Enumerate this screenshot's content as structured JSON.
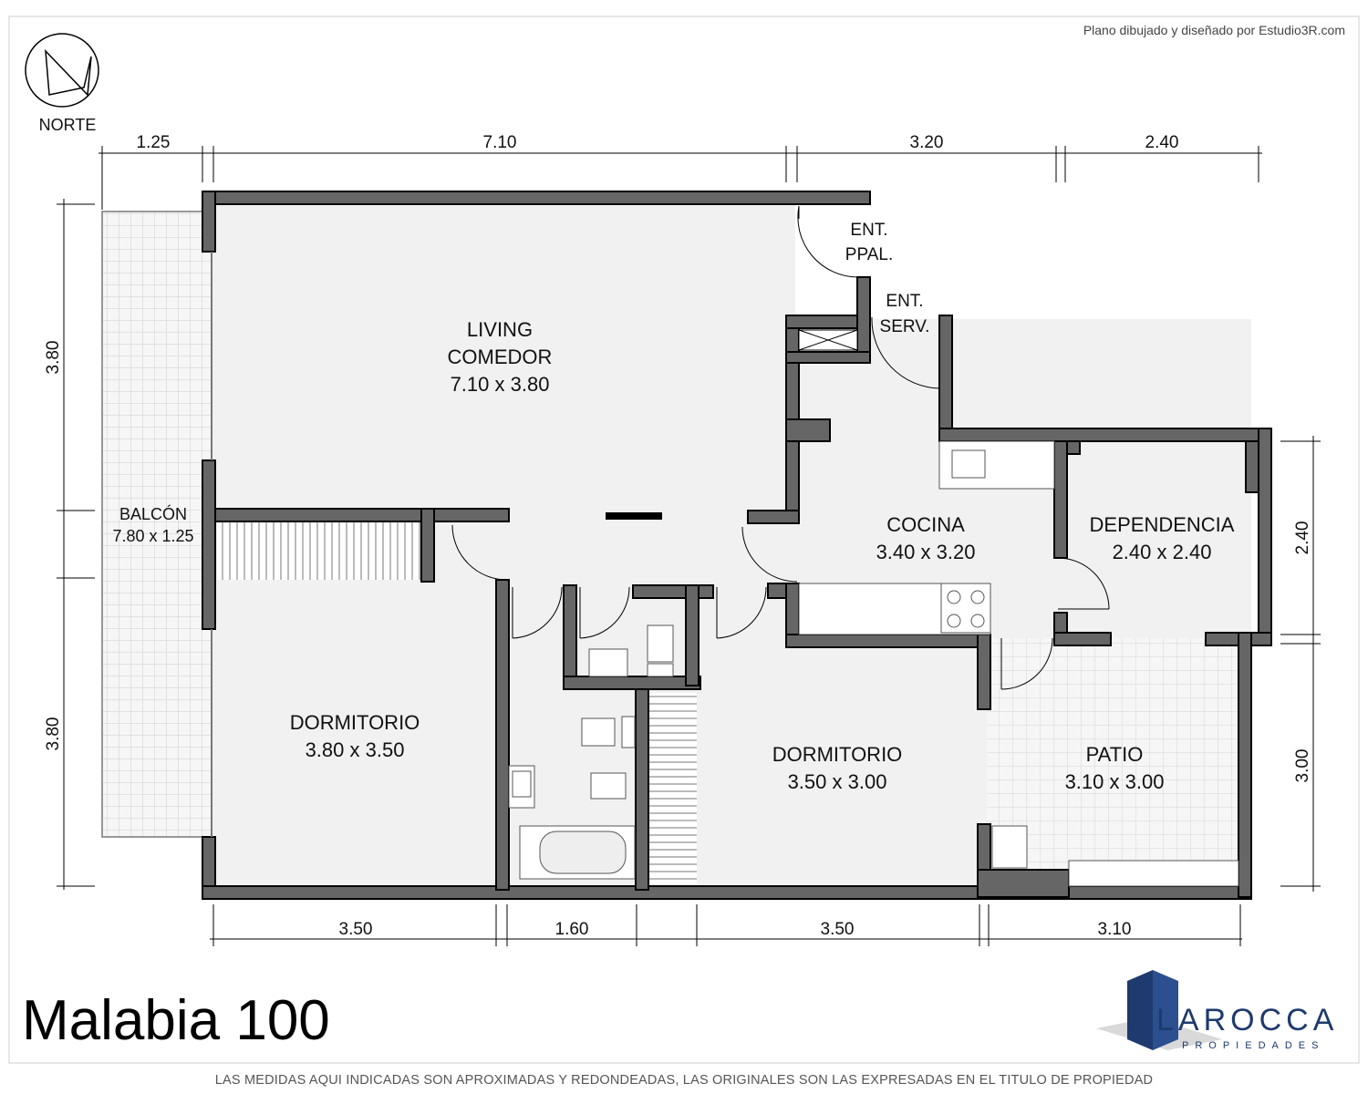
{
  "header": {
    "credit": "Plano dibujado y diseñado por Estudio3R.com",
    "compass_label": "NORTE"
  },
  "dimensions": {
    "top": [
      "1.25",
      "7.10",
      "3.20",
      "2.40"
    ],
    "bottom": [
      "3.50",
      "1.60",
      "3.50",
      "3.10"
    ],
    "left": [
      "3.80",
      "3.80"
    ],
    "right": [
      "2.40",
      "3.00"
    ]
  },
  "rooms": {
    "living": {
      "name_line1": "LIVING",
      "name_line2": "COMEDOR",
      "size": "7.10 x 3.80"
    },
    "balcon": {
      "name": "BALCÓN",
      "size": "7.80 x 1.25"
    },
    "dormitorio1": {
      "name": "DORMITORIO",
      "size": "3.80 x 3.50"
    },
    "dormitorio2": {
      "name": "DORMITORIO",
      "size": "3.50 x 3.00"
    },
    "cocina": {
      "name": "COCINA",
      "size": "3.40 x 3.20"
    },
    "dependencia": {
      "name": "DEPENDENCIA",
      "size": "2.40 x 2.40"
    },
    "patio": {
      "name": "PATIO",
      "size": "3.10 x 3.00"
    }
  },
  "entrances": {
    "main_line1": "ENT.",
    "main_line2": "PPAL.",
    "service_line1": "ENT.",
    "service_line2": "SERV."
  },
  "footer": {
    "property_name": "Malabia 100",
    "disclaimer": "LAS MEDIDAS AQUI INDICADAS SON APROXIMADAS Y REDONDEADAS, LAS ORIGINALES SON LAS EXPRESADAS EN EL TITULO DE PROPIEDAD",
    "brand_name": "LAROCCA",
    "brand_sub": "PROPIEDADES"
  },
  "colors": {
    "wall": "#666666",
    "floor": "#f1f1f1",
    "brand_blue": "#1e3a6e"
  }
}
